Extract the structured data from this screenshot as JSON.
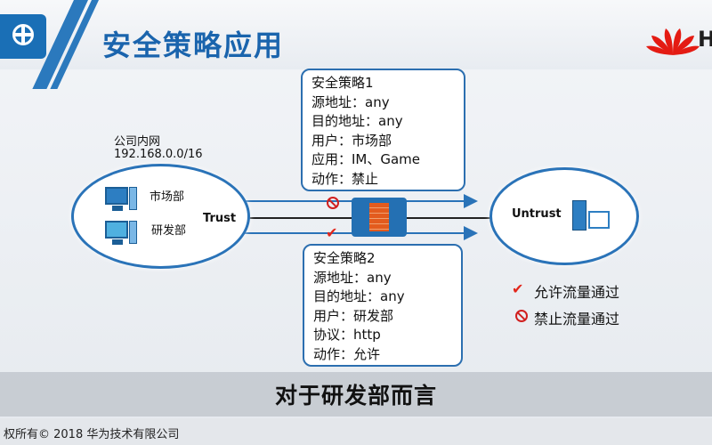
{
  "header": {
    "title": "安全策略应用",
    "brand_text": "H"
  },
  "network": {
    "lan_title": "公司内网",
    "lan_subnet": "192.168.0.0/16",
    "pc1_label": "市场部",
    "pc2_label": "研发部",
    "trust_label": "Trust",
    "untrust_label": "Untrust"
  },
  "policy1": {
    "lines": [
      "安全策略1",
      "源地址：any",
      "目的地址：any",
      "用户：市场部",
      "应用：IM、Game",
      "动作：禁止"
    ]
  },
  "policy2": {
    "lines": [
      "安全策略2",
      "源地址：any",
      "目的地址：any",
      "用户：研发部",
      "协议：http",
      "动作：允许"
    ]
  },
  "legend": {
    "allow": "允许流量通过",
    "deny": "禁止流量通过"
  },
  "caption": "对于研发部而言",
  "footer": {
    "copyright": "权所有© 2018 华为技术有限公司"
  },
  "colors": {
    "accent": "#1a64ad",
    "allow": "#e2261b",
    "deny": "#d11f1f"
  }
}
